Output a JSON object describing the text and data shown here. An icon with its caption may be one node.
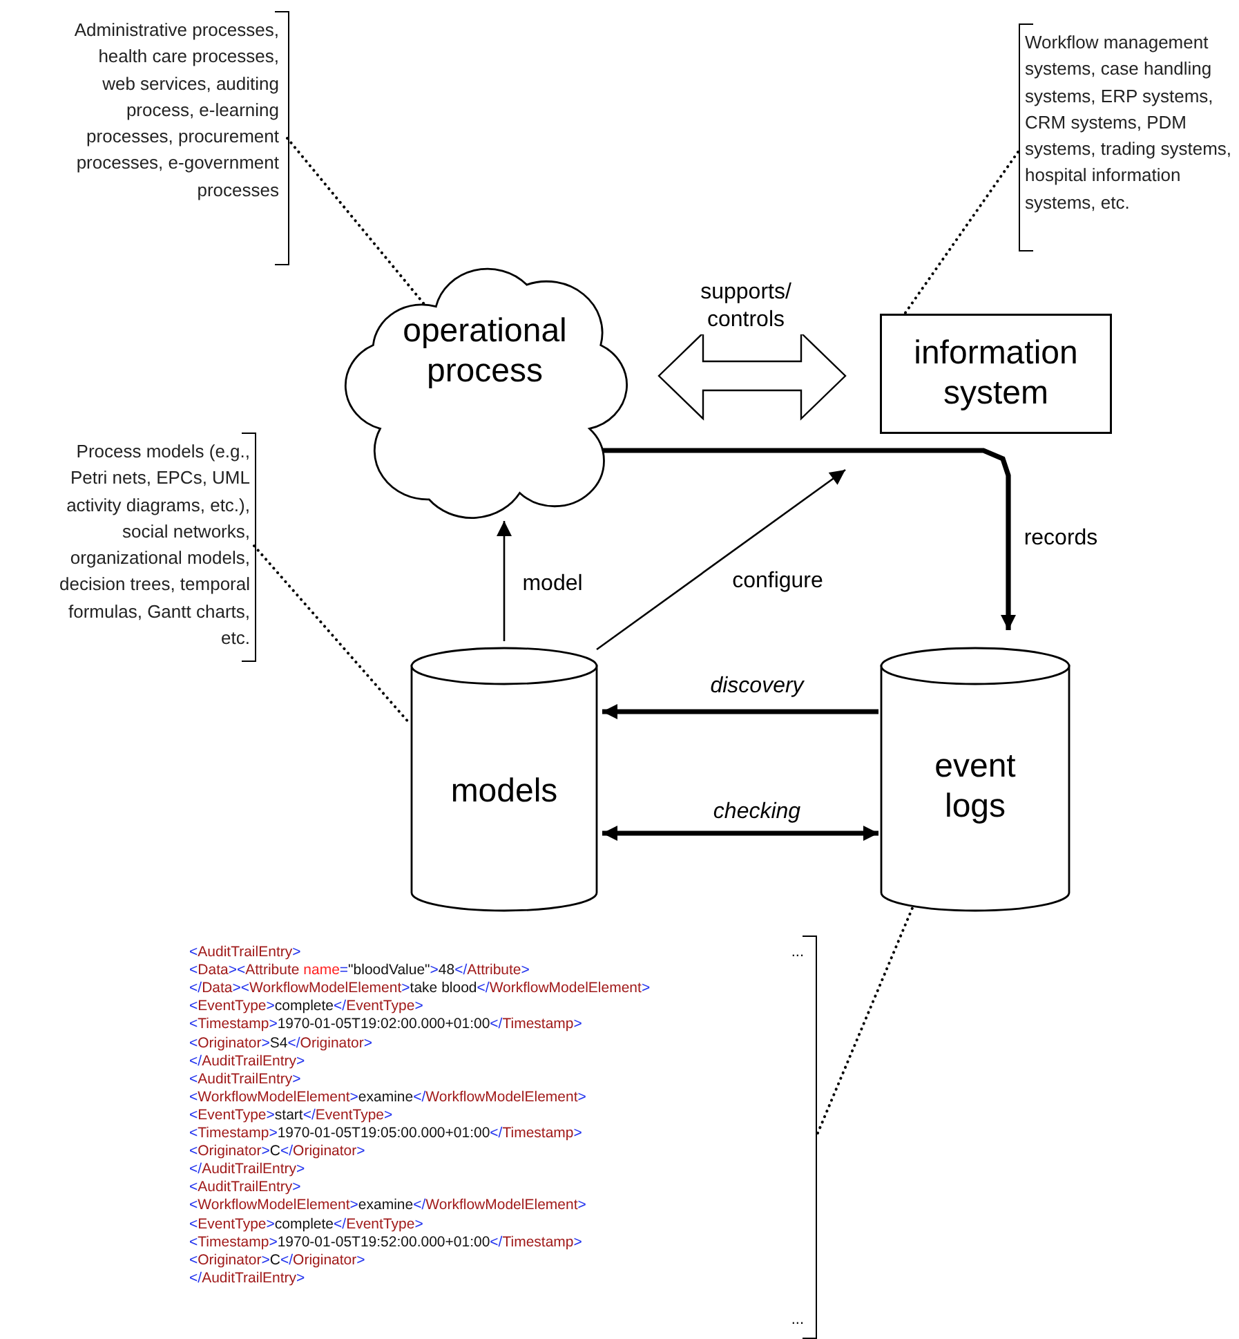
{
  "diagram": {
    "nodes": [
      {
        "text": [
          "operational process"
        ]
      },
      {
        "text": [
          "information system"
        ]
      },
      {
        "text": [
          "models"
        ]
      },
      {
        "text": [
          "event logs"
        ]
      },
      {
        "text": [
          "Administrative processes, health care processes, web services, auditing process, e-learning processes, procurement processes, e-government processes"
        ]
      },
      {
        "text": [
          "Workflow management systems, case handling systems, ERP systems, CRM systems, PDM systems, trading systems, hospital information systems, etc."
        ]
      },
      {
        "text": [
          "Process models (e.g., Petri nets, EPCs, UML activity diagrams, etc.), social networks, organizational models, decision trees, temporal formulas, Gantt charts, etc."
        ]
      },
      {
        "text": [
          "...",
          "<AuditTrailEntry>",
          "<Data><Attribute name=\"bloodValue\">48</Attribute>",
          "</Data><WorkflowModelElement>take blood</WorkflowModelElement>",
          "<EventType>complete</EventType>",
          "<Timestamp>1970-01-05T19:02:00.000+01:00</Timestamp>",
          "<Originator>S4</Originator>",
          "</AuditTrailEntry>",
          "<AuditTrailEntry>",
          "<WorkflowModelElement>examine</WorkflowModelElement>",
          "<EventType>start</EventType>",
          "<Timestamp>1970-01-05T19:05:00.000+01:00</Timestamp>",
          "<Originator>C</Originator>",
          "</AuditTrailEntry>",
          "<AuditTrailEntry>",
          "<WorkflowModelElement>examine</WorkflowModelElement>",
          "<EventType>complete</EventType>",
          "<Timestamp>1970-01-05T19:52:00.000+01:00</Timestamp>",
          "<Originator>C</Originator>",
          "</AuditTrailEntry>",
          "..."
        ]
      }
    ],
    "edges": [
      {
        "from": 4,
        "to": 0,
        "arrow": "none",
        "style": "dashed"
      },
      {
        "from": 5,
        "to": 1,
        "arrow": "none",
        "style": "dashed"
      },
      {
        "from": 0,
        "to": 1,
        "arrow": "both",
        "label": "supports/ controls"
      },
      {
        "from": 0,
        "to": 3,
        "arrow": "to",
        "label": "records",
        "style": "thick"
      },
      {
        "from": 2,
        "to": 0,
        "arrow": "to",
        "label": "model"
      },
      {
        "from": 2,
        "to": 1,
        "arrow": "to",
        "label": "configure"
      },
      {
        "from": 3,
        "to": 2,
        "arrow": "to",
        "label": "discovery",
        "style": "thick"
      },
      {
        "from": 2,
        "to": 3,
        "arrow": "both",
        "label": "checking",
        "style": "thick"
      },
      {
        "from": 6,
        "to": 2,
        "arrow": "none",
        "style": "dashed"
      },
      {
        "from": 7,
        "to": 3,
        "arrow": "none",
        "style": "dashed"
      }
    ]
  }
}
